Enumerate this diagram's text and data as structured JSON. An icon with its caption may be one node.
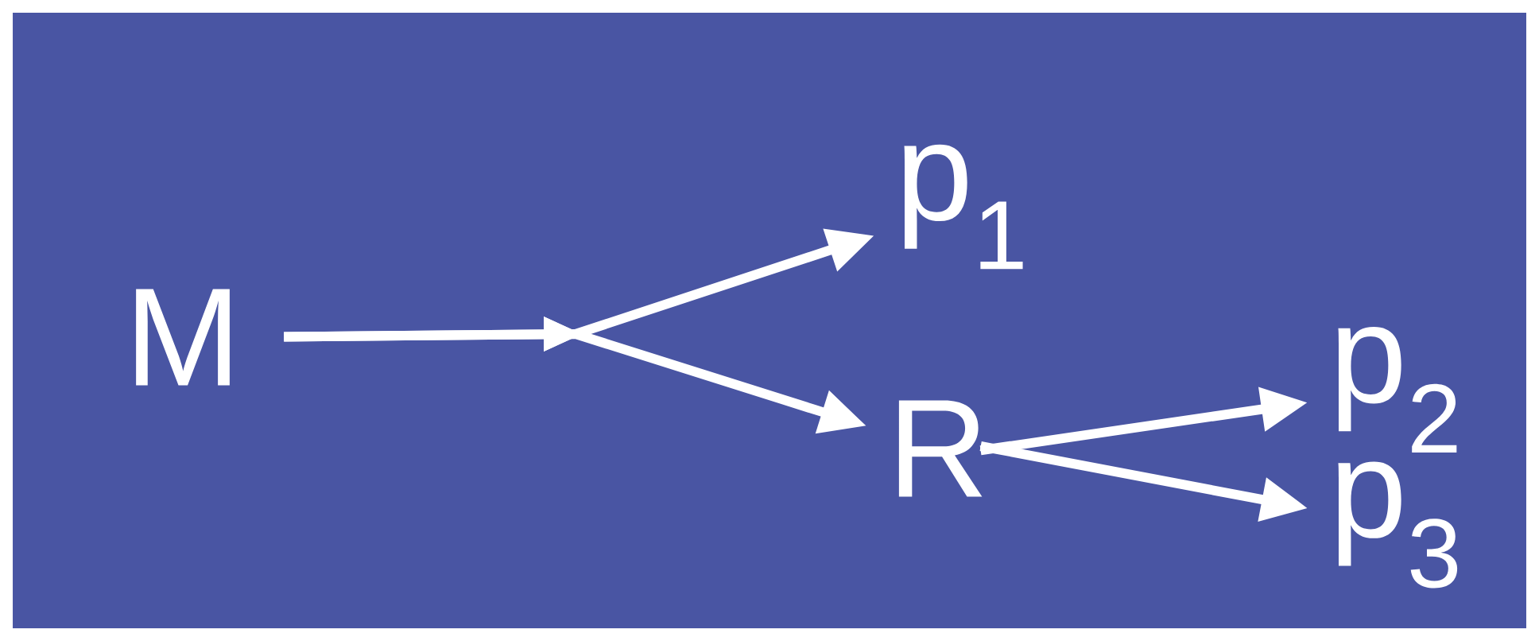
{
  "diagram": {
    "nodes": [
      {
        "text": [
          "M"
        ]
      },
      {
        "text": [
          "p$_{1}$"
        ]
      },
      {
        "text": [
          "R"
        ]
      },
      {
        "text": [
          "p$_{2}$"
        ]
      },
      {
        "text": [
          "p$_{3}$"
        ]
      }
    ],
    "edges": [
      {
        "from": 0,
        "to": 1,
        "arrow": "to"
      },
      {
        "from": 0,
        "to": 2,
        "arrow": "to"
      },
      {
        "from": 2,
        "to": 3,
        "arrow": "to"
      },
      {
        "from": 2,
        "to": 4,
        "arrow": "to"
      }
    ]
  }
}
